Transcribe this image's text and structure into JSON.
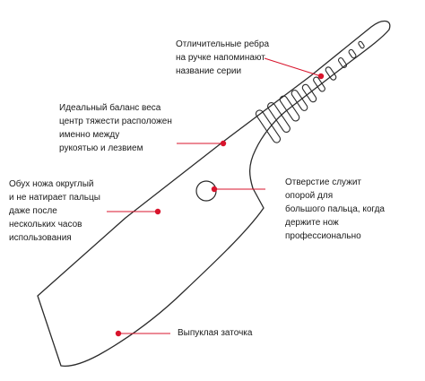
{
  "colors": {
    "outline": "#2b2b2b",
    "callout": "#d8142c",
    "text": "#1a1a1a",
    "background": "#ffffff"
  },
  "callouts": {
    "ribs": "Отличительные ребра\nна ручке напоминают\nназвание серии",
    "balance": "Идеальный баланс веса\nцентр тяжести расположен\nименно между\nрукоятью и лезвием",
    "spine": "Обух ножа округлый\nи не натирает пальцы\nдаже после\nнескольких часов\nиспользования",
    "finger_hole": "Отверстие служит\nопорой для\nбольшого пальца, когда\nдержите нож\nпрофессионально",
    "edge": "Выпуклая заточка"
  }
}
